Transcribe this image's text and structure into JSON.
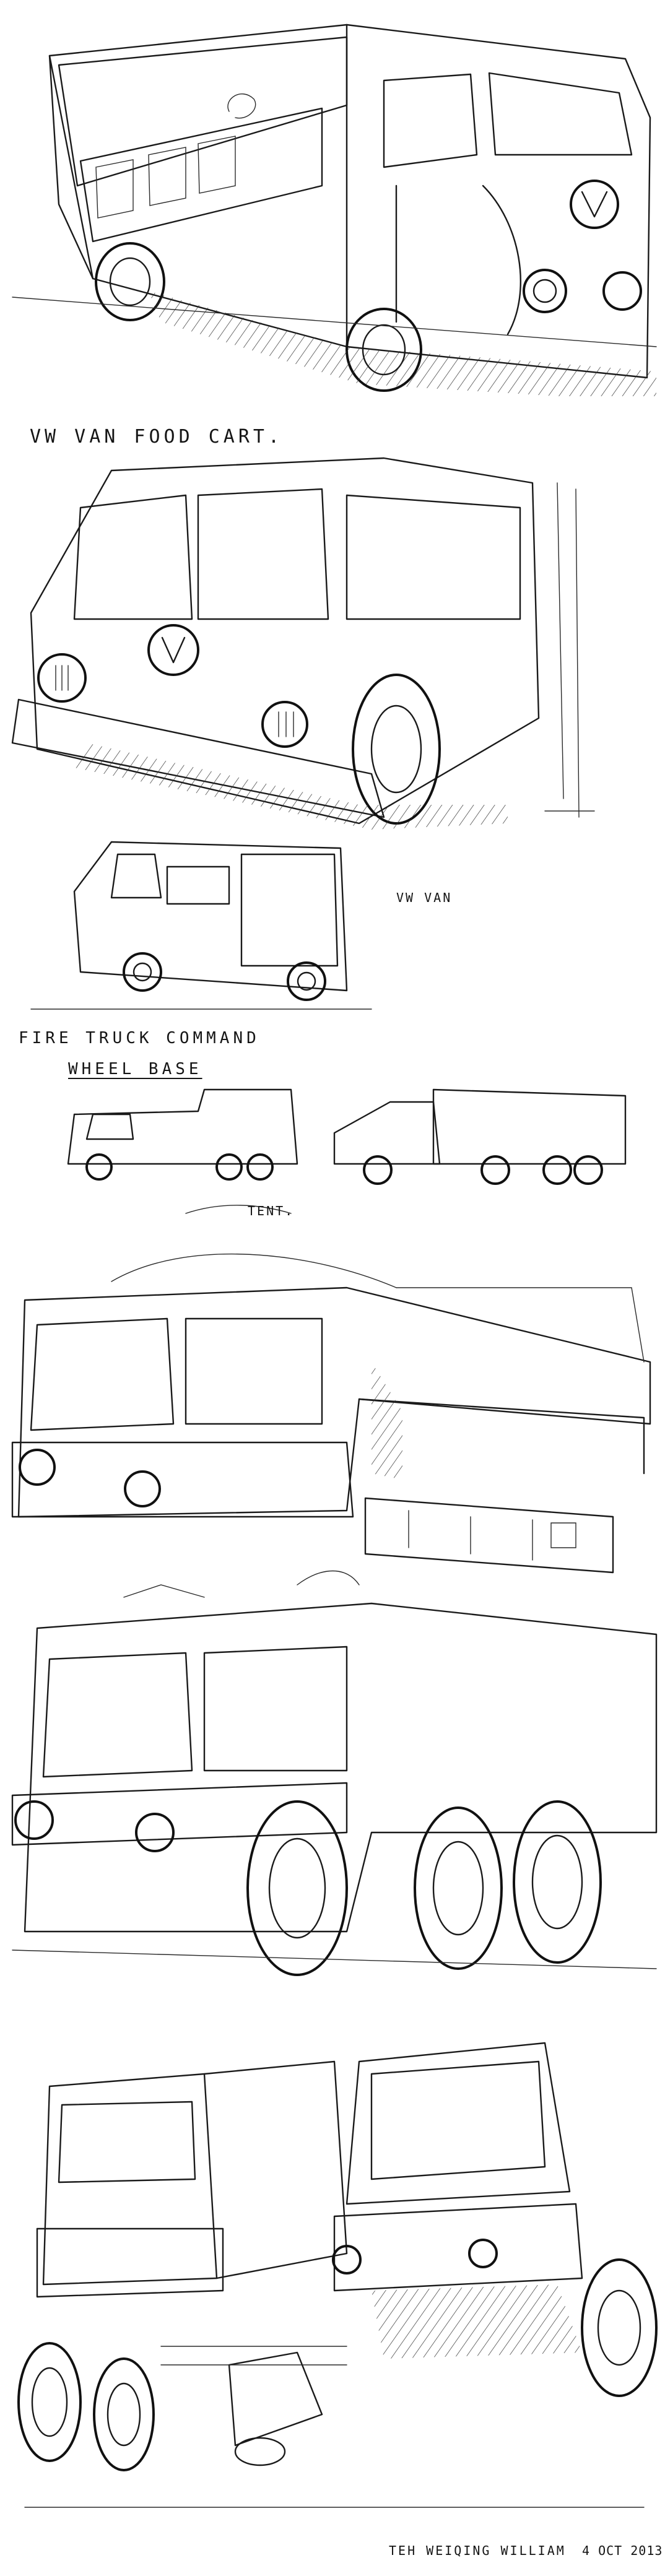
{
  "sketch": {
    "labels": {
      "vw_food_cart": "VW VAN FOOD CART.",
      "vw_van": "VW VAN",
      "fire_truck_command": "FIRE TRUCK COMMAND",
      "wheel_base": "WHEEL BASE",
      "tent": "TENT.",
      "signature": "TEH WEIQING WILLIAM",
      "date": "4 OCT 2013"
    },
    "colors": {
      "ink": "#1a1a1a",
      "paper": "#ffffff"
    }
  }
}
